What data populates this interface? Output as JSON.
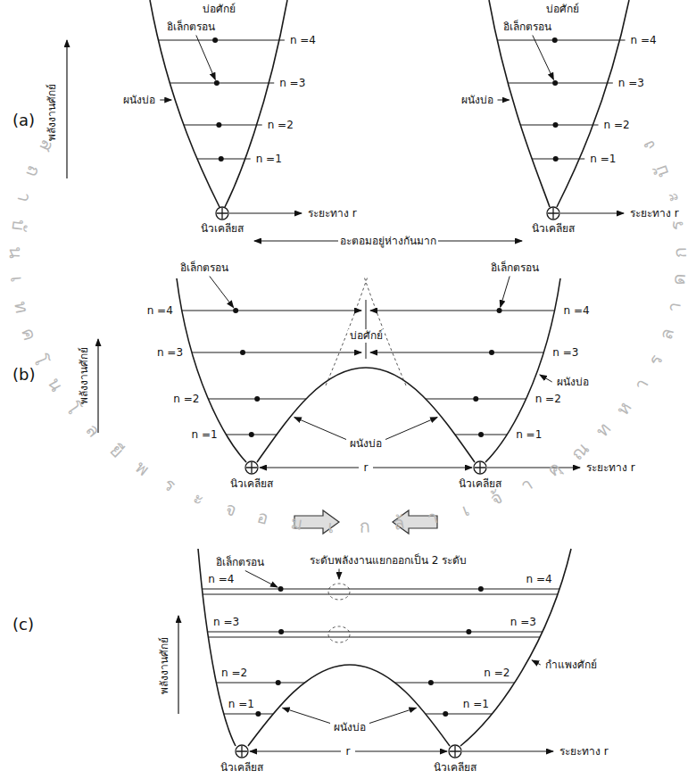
{
  "diagram": {
    "labels": [
      "(a)",
      "บ่อศักย์",
      "อิเล็กตรอน",
      "ผนังบ่อ",
      "n =4",
      "n =3",
      "n =2",
      "n =1",
      "พลังงานศักย์",
      "นิวเคลียส",
      "ระยะทาง r",
      "บ่อศักย์",
      "อิเล็กตรอน",
      "ผนังบ่อ",
      "n =4",
      "n =3",
      "n =2",
      "n =1",
      "นิวเคลียส",
      "ระยะทาง r",
      "อะตอมอยู่ห่างกันมาก",
      "(b)",
      "อิเล็กตรอน",
      "อิเล็กตรอน",
      "n =4",
      "n =3",
      "n =2",
      "n =1",
      "บ่อศักย์",
      "n =4",
      "n =3",
      "n =2",
      "n =1",
      "ผนังบ่อ",
      "พลังงานศักย์",
      "ผนังบ่อ",
      "นิวเคลียส",
      "r",
      "นิวเคลียส",
      "ระยะทาง r",
      "(c)",
      "อิเล็กตรอน",
      "ระดับพลังงานแยกออกเป็น 2 ระดับ",
      "n =4",
      "n =3",
      "n =2",
      "n =1",
      "n =4",
      "n =3",
      "n =2",
      "n =1",
      "พลังงานศักย์",
      "กำแพงศักย์",
      "ผนังบ่อ",
      "นิวเคลียส",
      "r",
      "นิวเคลียส",
      "ระยะทาง r",
      "สถาบันเทคโนโลยีพระจอมเกล้าเจ้าคุณทหารลาดกระบัง"
    ]
  }
}
